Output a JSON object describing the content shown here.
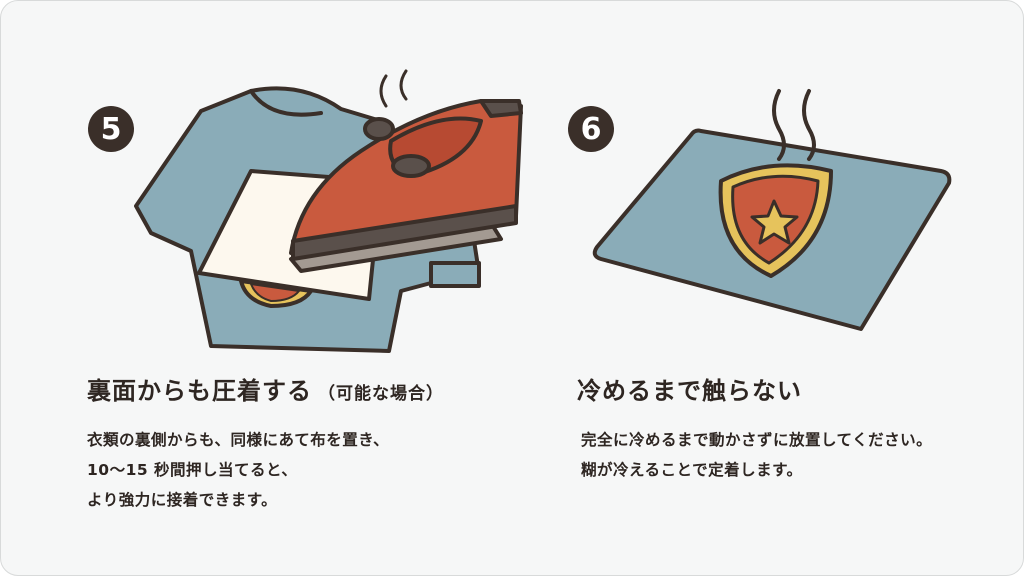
{
  "steps": [
    {
      "number": "5",
      "title": "裏面からも圧着する",
      "title_note": "（可能な場合）",
      "lines": [
        "衣類の裏側からも、同様にあて布を置き、",
        "10〜15 秒間押し当てると、",
        "より強力に接着できます。"
      ]
    },
    {
      "number": "6",
      "title": "冷めるまで触らない",
      "lines": [
        "完全に冷めるまで動かさずに放置してください。",
        "糊が冷えることで定着します。"
      ]
    }
  ],
  "colors": {
    "outline": "#3a2f29",
    "fabric": "#8aacb8",
    "iron": "#c95a3e",
    "patch_gold": "#e6c35c",
    "cloth": "#fdf8ee"
  }
}
